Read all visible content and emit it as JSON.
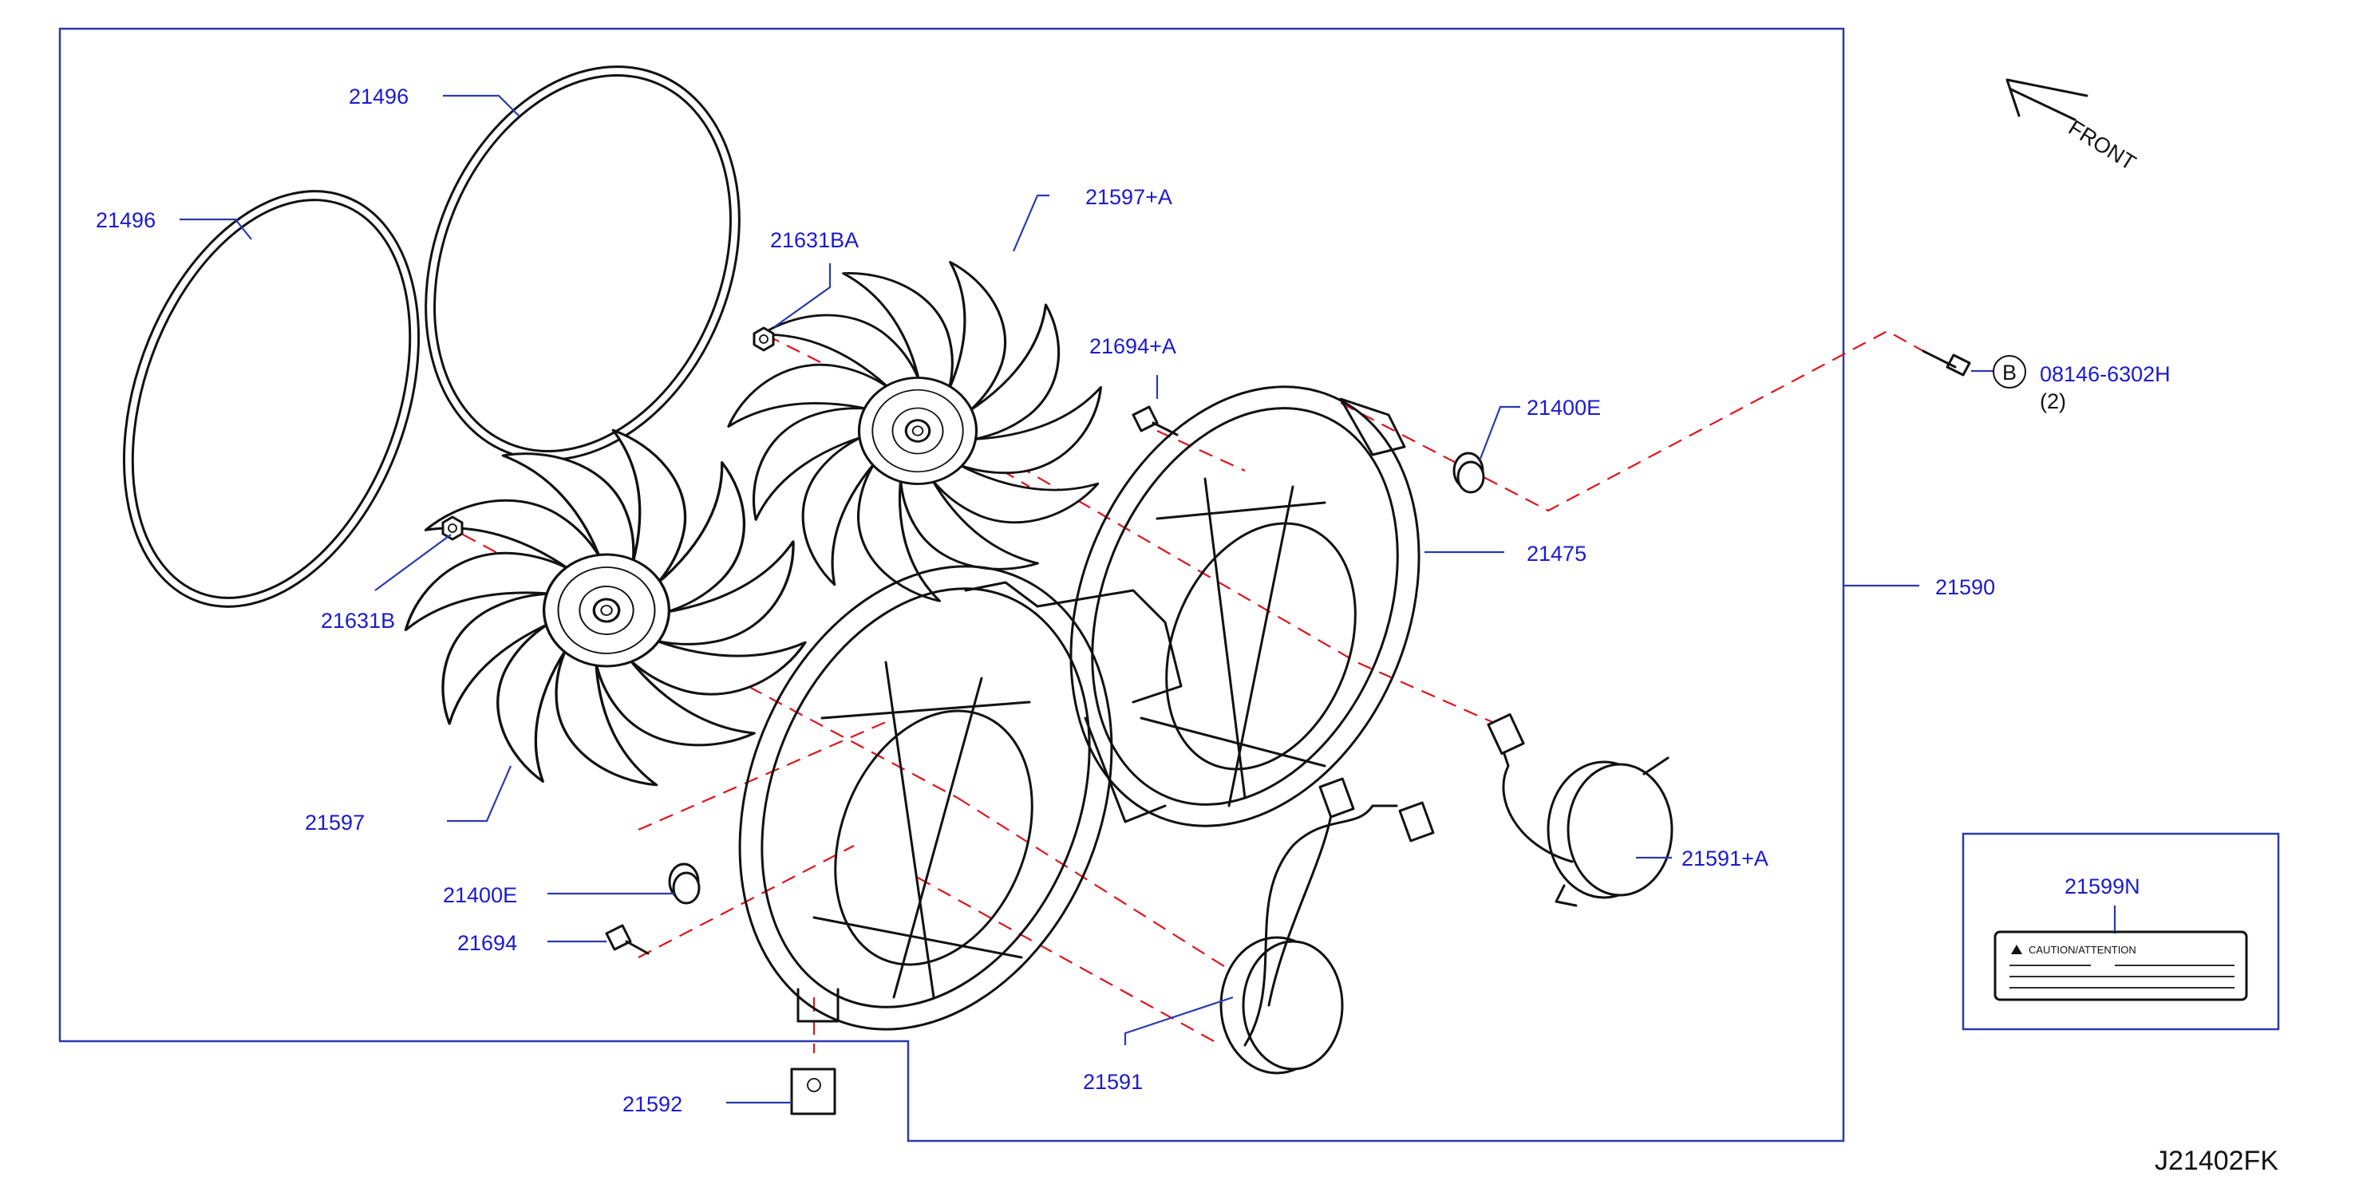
{
  "parts": {
    "ring_upper": "21496",
    "ring_left": "21496",
    "fan_upper": "21597+A",
    "nut_upper": "21631BA",
    "screw_upper": "21694+A",
    "grommet_upper": "21400E",
    "bolt_code": "08146-6302H",
    "bolt_qty": "(2)",
    "bolt_letter": "B",
    "shroud_upper": "21475",
    "assembly": "21590",
    "nut_lower": "21631B",
    "fan_lower": "21597",
    "grommet_lower": "21400E",
    "screw_lower": "21694",
    "motor_upper": "21591+A",
    "motor_lower": "21591",
    "bracket": "21592",
    "caution_label": "21599N"
  },
  "caution_text": "CAUTION/ATTENTION",
  "front_label": "FRONT",
  "diagram_code": "J21402FK"
}
